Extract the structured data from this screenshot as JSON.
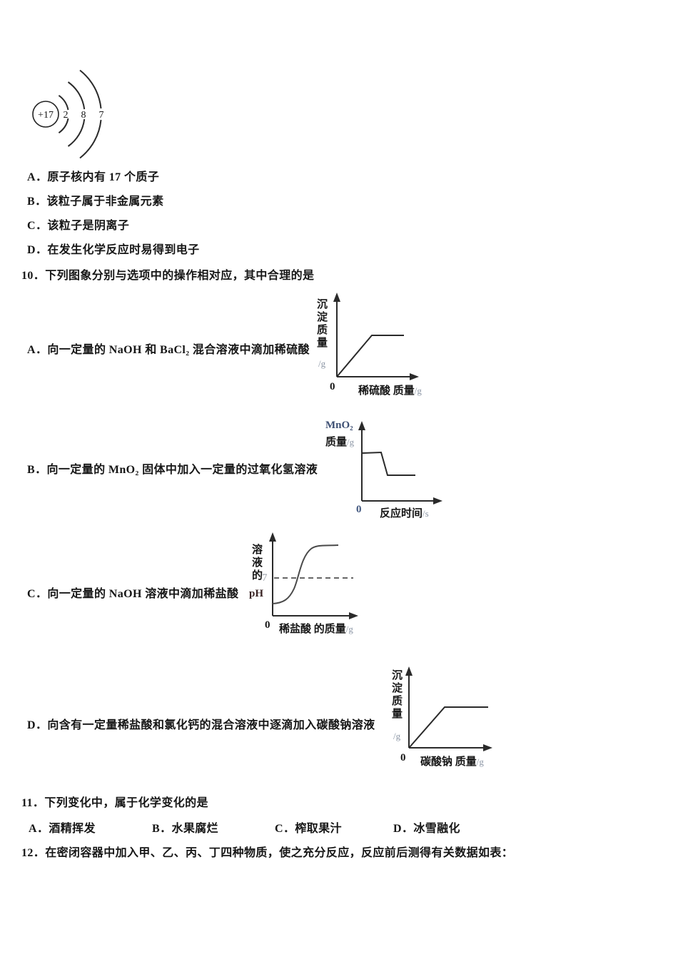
{
  "atom": {
    "nucleus": "+17",
    "shell1": "2",
    "shell2": "8",
    "shell3": "7"
  },
  "q9": {
    "options": [
      "A．原子核内有 17 个质子",
      "B．该粒子属于非金属元素",
      "C．该粒子是阴离子",
      "D．在发生化学反应时易得到电子"
    ]
  },
  "q10": {
    "stem": "10．下列图象分别与选项中的操作相对应，其中合理的是",
    "options": [
      {
        "text": "A．向一定量的 NaOH 和 BaCl₂ 混合溶液中滴加稀硫酸"
      },
      {
        "text": "B．向一定量的 MnO₂ 固体中加入一定量的过氧化氢溶液"
      },
      {
        "text": "C．向一定量的 NaOH 溶液中滴加稀盐酸"
      },
      {
        "text": "D．向含有一定量稀盐酸和氯化钙的混合溶液中逐滴加入碳酸钠溶液"
      }
    ]
  },
  "charts": {
    "a": {
      "ylabel": "沉淀质量",
      "yunit": "/g",
      "zero": "0",
      "xlabel": "稀硫酸 质量",
      "xunit": "/g"
    },
    "b": {
      "ylabel1": "MnO₂",
      "ylabel2": "质量",
      "yunit": "/g",
      "zero": "0",
      "xlabel": "反应时间",
      "xunit": "/s"
    },
    "c": {
      "ylabel": "溶液的",
      "ytick": "7",
      "ybottom": "pH",
      "zero": "0",
      "xlabel": "稀盐酸 的质量",
      "xunit": "/g"
    },
    "d": {
      "ylabel": "沉淀质量",
      "yunit": "/g",
      "zero": "0",
      "xlabel": "碳酸钠 质量",
      "xunit": "/g"
    }
  },
  "chart_data": [
    {
      "type": "line",
      "option": "A",
      "xlabel": "稀硫酸质量/g",
      "ylabel": "沉淀质量/g",
      "shape": "rises linearly from origin then constant plateau",
      "points_norm": [
        [
          0,
          0
        ],
        [
          0.45,
          0.55
        ],
        [
          1,
          0.55
        ]
      ]
    },
    {
      "type": "line",
      "option": "B",
      "xlabel": "反应时间/s",
      "ylabel": "MnO₂质量/g",
      "shape": "constant high value, steps down, constant lower value",
      "points_norm": [
        [
          0,
          0.62
        ],
        [
          0.26,
          0.61
        ],
        [
          0.35,
          0.33
        ],
        [
          0.75,
          0.33
        ]
      ]
    },
    {
      "type": "line",
      "option": "C",
      "xlabel": "稀盐酸的质量/g",
      "ylabel": "溶液的pH",
      "shape": "rising S-curve crossing dashed reference line at pH 7",
      "reference_line": {
        "y": 7,
        "style": "dashed"
      },
      "points_norm": [
        [
          0,
          0.15
        ],
        [
          0.25,
          0.2
        ],
        [
          0.45,
          0.5
        ],
        [
          0.65,
          0.85
        ],
        [
          1,
          0.9
        ]
      ]
    },
    {
      "type": "line",
      "option": "D",
      "xlabel": "碳酸钠质量/g",
      "ylabel": "沉淀质量/g",
      "shape": "rises linearly from origin then constant plateau",
      "points_norm": [
        [
          0,
          0
        ],
        [
          0.45,
          0.5
        ],
        [
          1,
          0.5
        ]
      ]
    }
  ],
  "q11": {
    "stem": "11．下列变化中，属于化学变化的是",
    "options": [
      "A．酒精挥发",
      "B．水果腐烂",
      "C．榨取果汁",
      "D．冰雪融化"
    ]
  },
  "q12": {
    "stem": "12．在密闭容器中加入甲、乙、丙、丁四种物质，使之充分反应，反应前后测得有关数据如表："
  }
}
